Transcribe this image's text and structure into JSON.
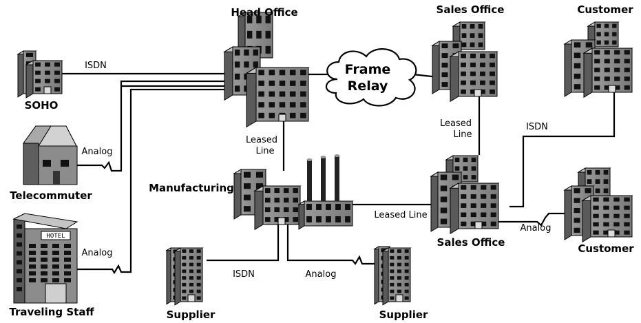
{
  "nodes": {
    "head_office": "Head Office",
    "sales_office_top": "Sales Office",
    "customer_top": "Customer",
    "soho": "SOHO",
    "telecommuter": "Telecommuter",
    "traveling_staff": "Traveling Staff",
    "manufacturing": "Manufacturing",
    "sales_office_bottom": "Sales Office",
    "customer_bottom": "Customer",
    "supplier_left": "Supplier",
    "supplier_right": "Supplier"
  },
  "cloud": {
    "line1": "Frame",
    "line2": "Relay"
  },
  "hotel_sign": "HOTEL",
  "links": {
    "soho_head": "ISDN",
    "telecommuter_head": "Analog",
    "hotel_head": "Analog",
    "head_manufacturing_1": "Leased",
    "head_manufacturing_2": "Line",
    "sales_sales_1": "Leased",
    "sales_sales_2": "Line",
    "sales_customer_top": "ISDN",
    "manufacturing_sales": "Leased Line",
    "sales_customer_bottom": "Analog",
    "manufacturing_supplier_left": "ISDN",
    "manufacturing_supplier_right": "Analog"
  },
  "colors": {
    "face": "#8c8c8c",
    "side": "#5a5a5a",
    "top": "#c4c4c4",
    "window": "#111111"
  }
}
